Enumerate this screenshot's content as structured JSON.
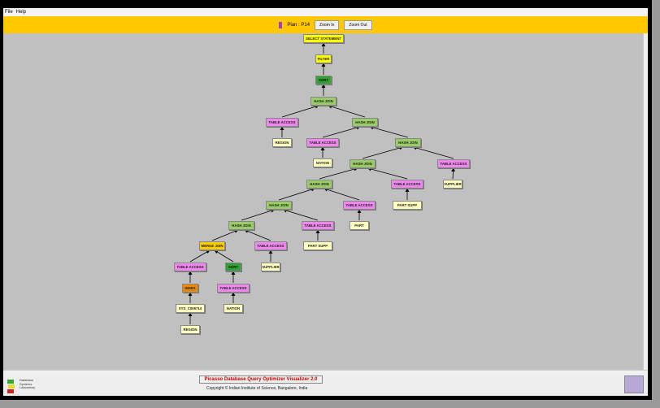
{
  "menu": [
    "File",
    "Help"
  ],
  "toolbar": {
    "plan_label": "Plan : P14",
    "zoom_in": "Zoom In",
    "zoom_out": "Zoom Out",
    "plan_color": "#a040c0"
  },
  "colors": {
    "select": "#ffff00",
    "filter": "#ffff00",
    "sort": "#33a033",
    "hash_join": "#99cc66",
    "table_access": "#ee88ee",
    "relation": "#ffffc0",
    "merge_join": "#ffcc00",
    "index": "#ee8800"
  },
  "plan_tree": [
    {
      "id": 1,
      "label": "SELECT STATEMENT",
      "type": "select",
      "parent": 0
    },
    {
      "id": 2,
      "label": "FILTER",
      "type": "filter",
      "parent": 1
    },
    {
      "id": 3,
      "label": "SORT",
      "type": "sort",
      "parent": 2
    },
    {
      "id": 4,
      "label": "HASH JOIN",
      "type": "hash_join",
      "parent": 3
    },
    {
      "id": 5,
      "label": "TABLE ACCESS",
      "type": "table_access",
      "parent": 4
    },
    {
      "id": 6,
      "label": "REGION",
      "type": "relation",
      "parent": 5
    },
    {
      "id": 7,
      "label": "HASH JOIN",
      "type": "hash_join",
      "parent": 4
    },
    {
      "id": 8,
      "label": "TABLE ACCESS",
      "type": "table_access",
      "parent": 7
    },
    {
      "id": 9,
      "label": "NATION",
      "type": "relation",
      "parent": 8
    },
    {
      "id": 10,
      "label": "HASH JOIN",
      "type": "hash_join",
      "parent": 7
    },
    {
      "id": 11,
      "label": "HASH JOIN",
      "type": "hash_join",
      "parent": 10
    },
    {
      "id": 12,
      "label": "TABLE ACCESS",
      "type": "table_access",
      "parent": 10
    },
    {
      "id": 13,
      "label": "SUPPLIER",
      "type": "relation",
      "parent": 12
    },
    {
      "id": 14,
      "label": "HASH JOIN",
      "type": "hash_join",
      "parent": 11
    },
    {
      "id": 15,
      "label": "TABLE ACCESS",
      "type": "table_access",
      "parent": 11
    },
    {
      "id": 16,
      "label": "PART SUPP",
      "type": "relation",
      "parent": 15
    },
    {
      "id": 17,
      "label": "HASH JOIN",
      "type": "hash_join",
      "parent": 14
    },
    {
      "id": 18,
      "label": "TABLE ACCESS",
      "type": "table_access",
      "parent": 14
    },
    {
      "id": 19,
      "label": "PART",
      "type": "relation",
      "parent": 18
    },
    {
      "id": 20,
      "label": "HASH JOIN",
      "type": "hash_join",
      "parent": 17
    },
    {
      "id": 21,
      "label": "TABLE ACCESS",
      "type": "table_access",
      "parent": 17
    },
    {
      "id": 22,
      "label": "PART SUPP",
      "type": "relation",
      "parent": 21
    },
    {
      "id": 23,
      "label": "MERGE JOIN",
      "type": "merge_join",
      "parent": 20
    },
    {
      "id": 24,
      "label": "TABLE ACCESS",
      "type": "table_access",
      "parent": 20
    },
    {
      "id": 25,
      "label": "SUPPLIER",
      "type": "relation",
      "parent": 24
    },
    {
      "id": 26,
      "label": "TABLE ACCESS",
      "type": "table_access",
      "parent": 23
    },
    {
      "id": 27,
      "label": "SORT",
      "type": "sort",
      "parent": 23
    },
    {
      "id": 28,
      "label": "INDEX",
      "type": "index",
      "parent": 26
    },
    {
      "id": 29,
      "label": "TABLE ACCESS",
      "type": "table_access",
      "parent": 27
    },
    {
      "id": 30,
      "label": "SYS_C005714",
      "type": "relation",
      "parent": 28
    },
    {
      "id": 31,
      "label": "NATION",
      "type": "relation",
      "parent": 29
    },
    {
      "id": 32,
      "label": "REGION",
      "type": "relation",
      "parent": 30
    }
  ],
  "footer": {
    "title": "Picasso Database Query Optimizer Visualizer 2.0",
    "copyright": "Copyright © Indian Institute of Science, Bangalore, India",
    "lab_logo": "Database Systems Laboratory"
  }
}
